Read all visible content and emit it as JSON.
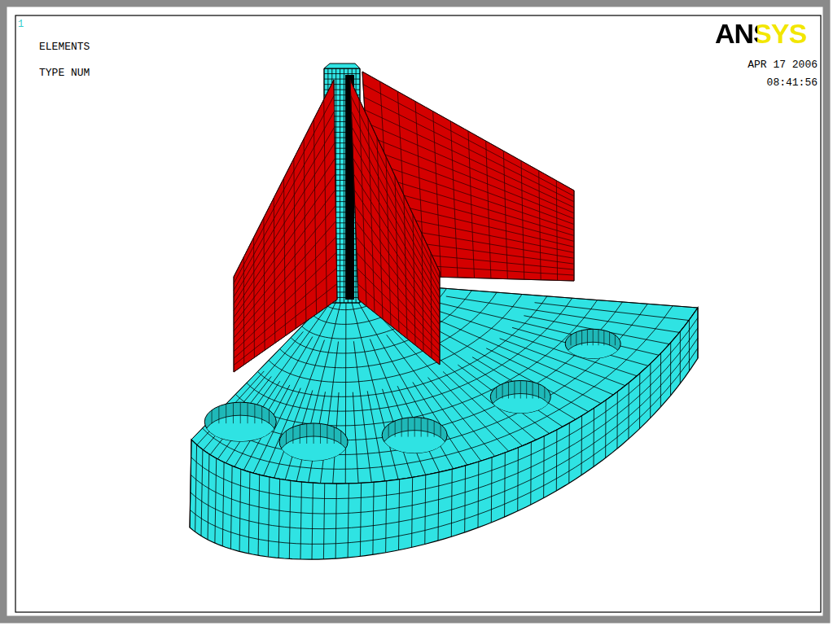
{
  "diagram": {
    "labels": [
      "1",
      "ELEMENTS",
      "TYPE NUM",
      "ANSYS",
      "APR 17 2006",
      "08:41:56"
    ]
  }
}
